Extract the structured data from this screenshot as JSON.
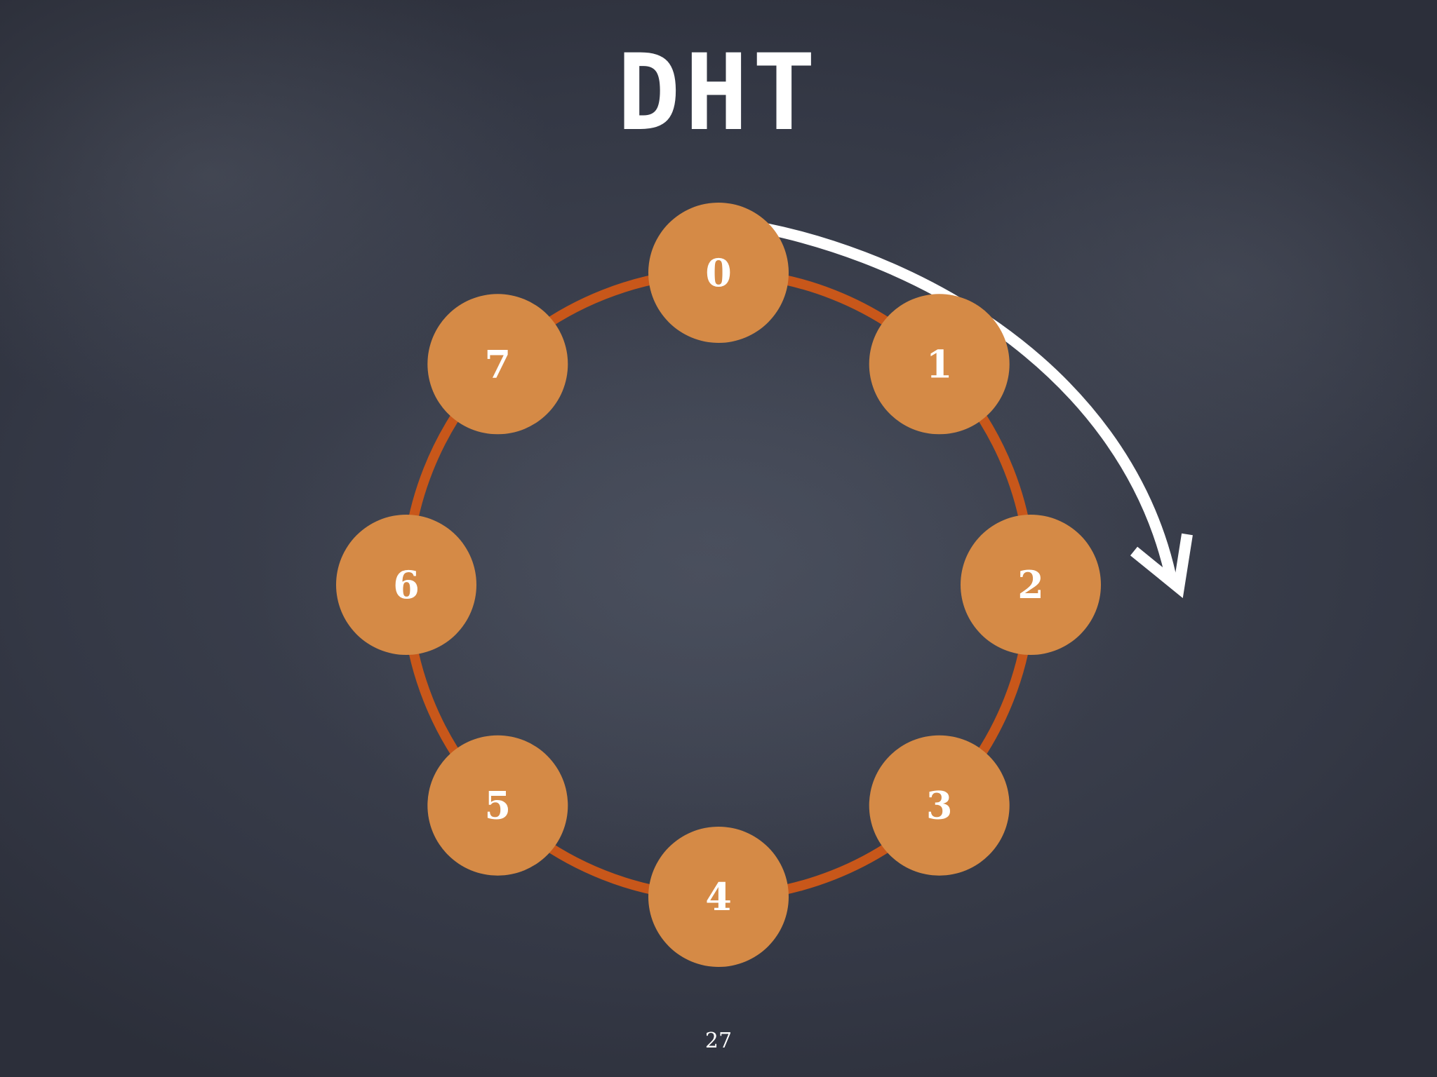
{
  "slide": {
    "title": "DHT",
    "page_number": "27"
  },
  "ring": {
    "nodes": [
      "0",
      "1",
      "2",
      "3",
      "4",
      "5",
      "6",
      "7"
    ],
    "direction": "clockwise"
  },
  "colors": {
    "background": "#3a3f4c",
    "node_fill": "#d58a46",
    "ring_stroke": "#c8571a",
    "arrow": "#ffffff",
    "text": "#ffffff"
  }
}
